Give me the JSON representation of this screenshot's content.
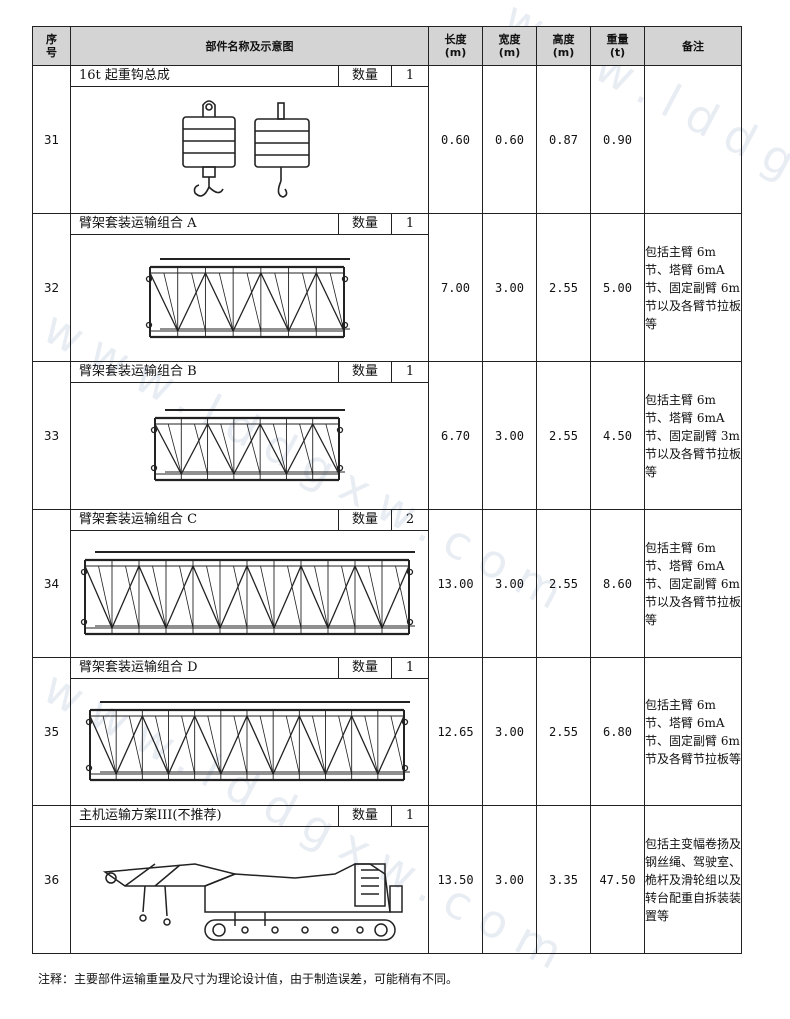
{
  "headers": {
    "seq": "序号",
    "name": "部件名称及示意图",
    "length": "长度",
    "length_unit": "(m)",
    "width": "宽度",
    "width_unit": "(m)",
    "height": "高度",
    "height_unit": "(m)",
    "weight": "重量",
    "weight_unit": "(t)",
    "note": "备注"
  },
  "qty_label": "数量",
  "rows": [
    {
      "seq": "31",
      "name": "16t 起重钩总成",
      "qty": "1",
      "length": "0.60",
      "width": "0.60",
      "height": "0.87",
      "weight": "0.90",
      "note": ""
    },
    {
      "seq": "32",
      "name": "臂架套装运输组合 A",
      "qty": "1",
      "length": "7.00",
      "width": "3.00",
      "height": "2.55",
      "weight": "5.00",
      "note": "包括主臂 6m 节、塔臂 6mA 节、固定副臂 6m 节以及各臂节拉板等"
    },
    {
      "seq": "33",
      "name": "臂架套装运输组合 B",
      "qty": "1",
      "length": "6.70",
      "width": "3.00",
      "height": "2.55",
      "weight": "4.50",
      "note": "包括主臂 6m 节、塔臂 6mA 节、固定副臂 3m 节以及各臂节拉板等"
    },
    {
      "seq": "34",
      "name": "臂架套装运输组合 C",
      "qty": "2",
      "length": "13.00",
      "width": "3.00",
      "height": "2.55",
      "weight": "8.60",
      "note": "包括主臂 6m 节、塔臂 6mA 节、固定副臂 6m 节以及各臂节拉板等"
    },
    {
      "seq": "35",
      "name": "臂架套装运输组合 D",
      "qty": "1",
      "length": "12.65",
      "width": "3.00",
      "height": "2.55",
      "weight": "6.80",
      "note": "包括主臂 6m 节、塔臂 6mA 节、固定副臂 6m 节及各臂节拉板等"
    },
    {
      "seq": "36",
      "name": "主机运输方案III(不推荐)",
      "qty": "1",
      "length": "13.50",
      "width": "3.00",
      "height": "3.35",
      "weight": "47.50",
      "note": "包括主变幅卷扬及钢丝绳、驾驶室、桅杆及滑轮组以及转台配重自拆装装置等"
    }
  ],
  "footnote": "注释：主要部件运输重量及尺寸为理论设计值，由于制造误差，可能稍有不同。",
  "watermark": "www.lddgxw.com"
}
